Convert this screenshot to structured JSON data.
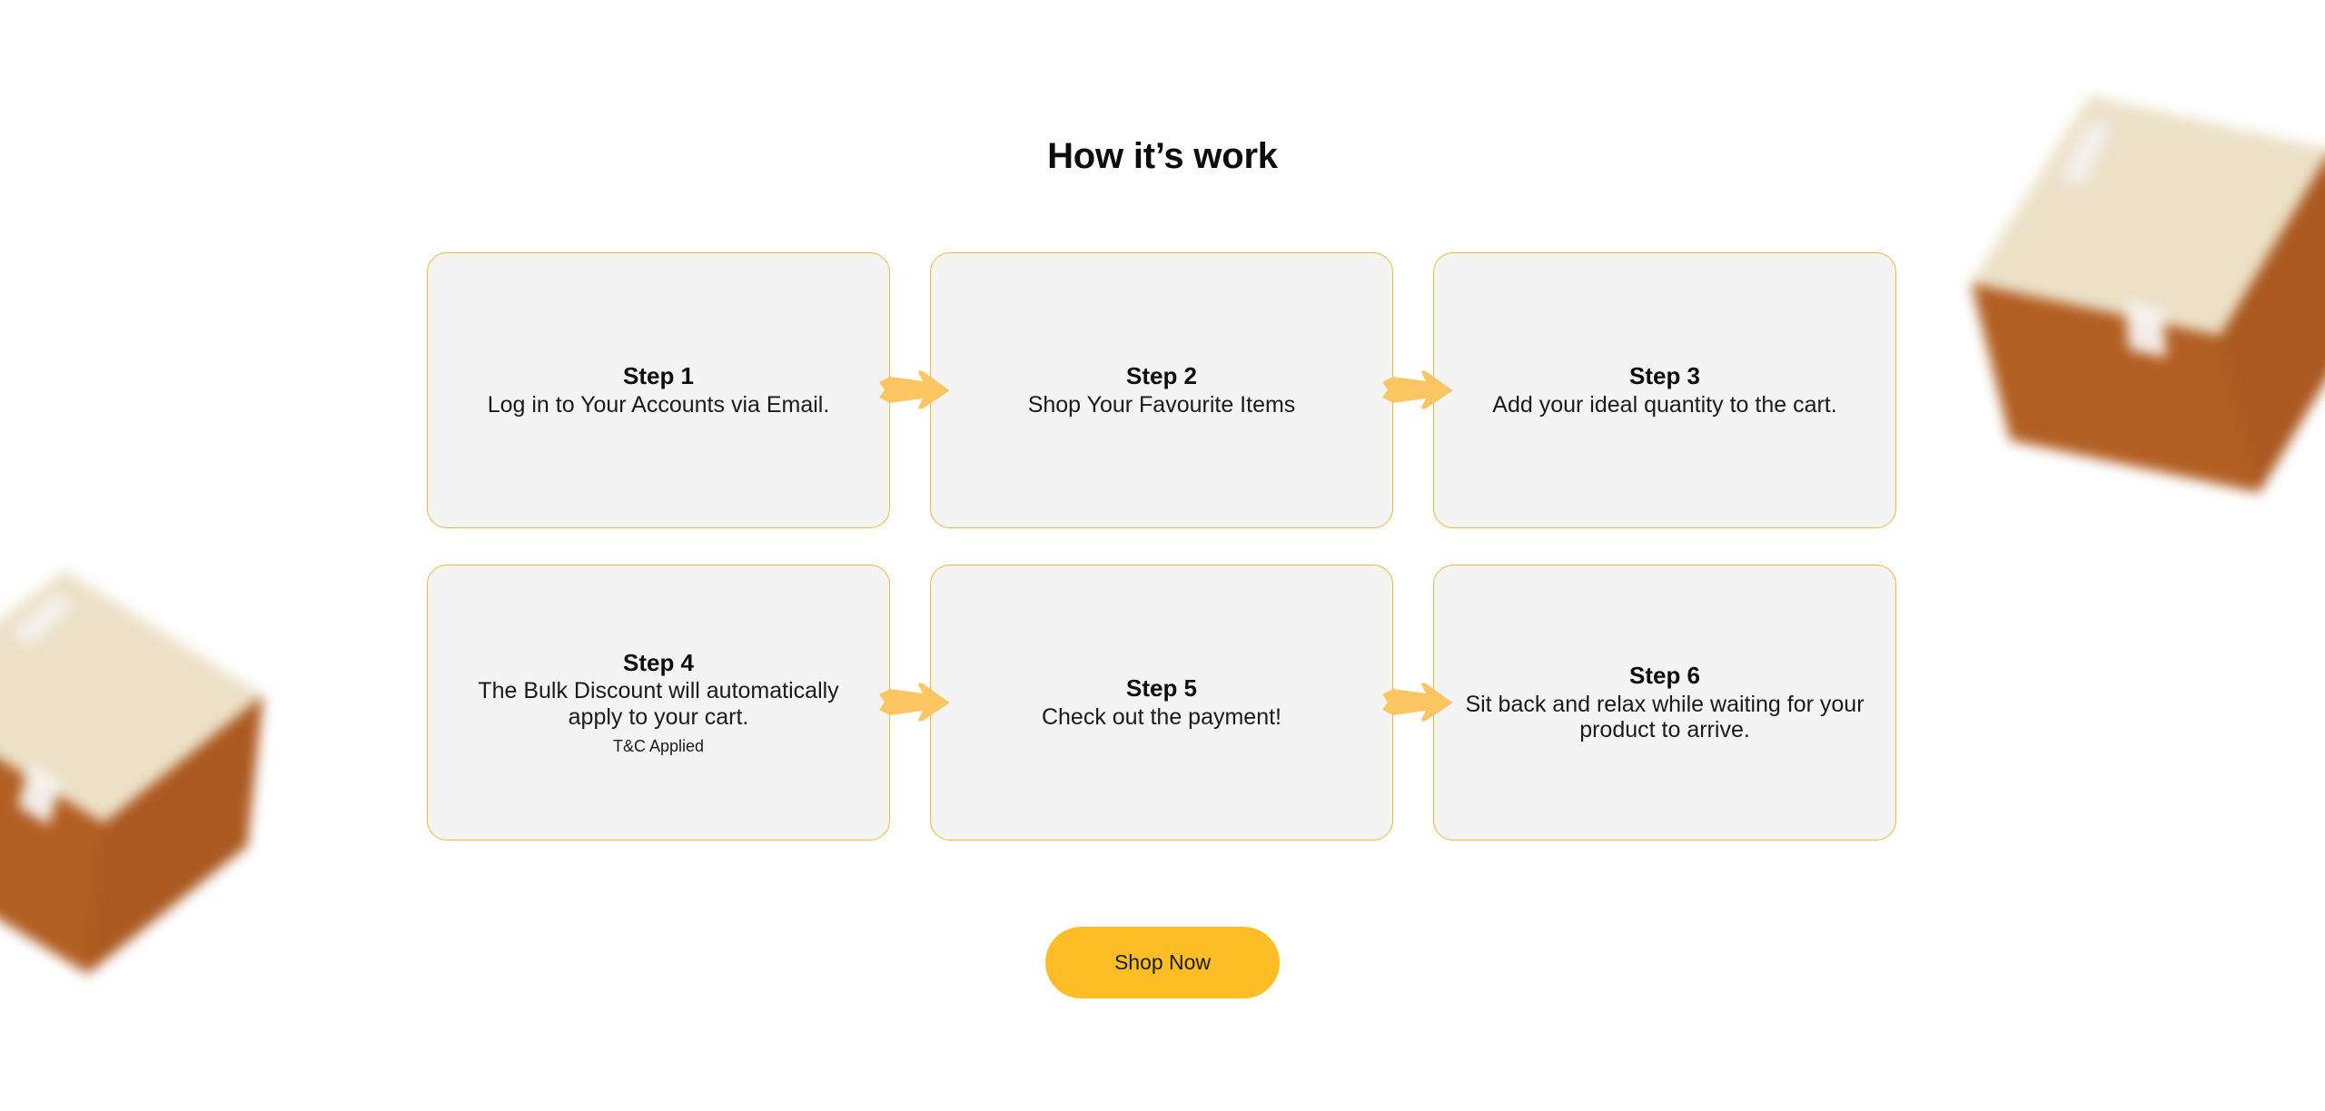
{
  "page": {
    "title": "How it’s work",
    "background_color": "#ffffff"
  },
  "theme": {
    "accent_color": "#fcbe24",
    "card_border_color": "#eeb737",
    "card_background_color": "#f4f4f4",
    "arrow_color": "#fbc661",
    "text_color": "#0d0d0d"
  },
  "steps": [
    {
      "title": "Step 1",
      "description": "Log in to Your Accounts via Email.",
      "note": ""
    },
    {
      "title": "Step 2",
      "description": "Shop Your Favourite Items",
      "note": ""
    },
    {
      "title": "Step 3",
      "description": "Add your ideal quantity to the cart.",
      "note": ""
    },
    {
      "title": "Step 4",
      "description": "The Bulk Discount will automatically apply to your cart.",
      "note": "T&C Applied"
    },
    {
      "title": "Step 5",
      "description": "Check out the payment!",
      "note": ""
    },
    {
      "title": "Step 6",
      "description": "Sit back and relax while waiting for your product to arrive.",
      "note": ""
    }
  ],
  "cta": {
    "shop_now_label": "Shop Now"
  },
  "decor": {
    "box_right": "cardboard-parcel-box",
    "box_left": "cardboard-parcel-box"
  }
}
